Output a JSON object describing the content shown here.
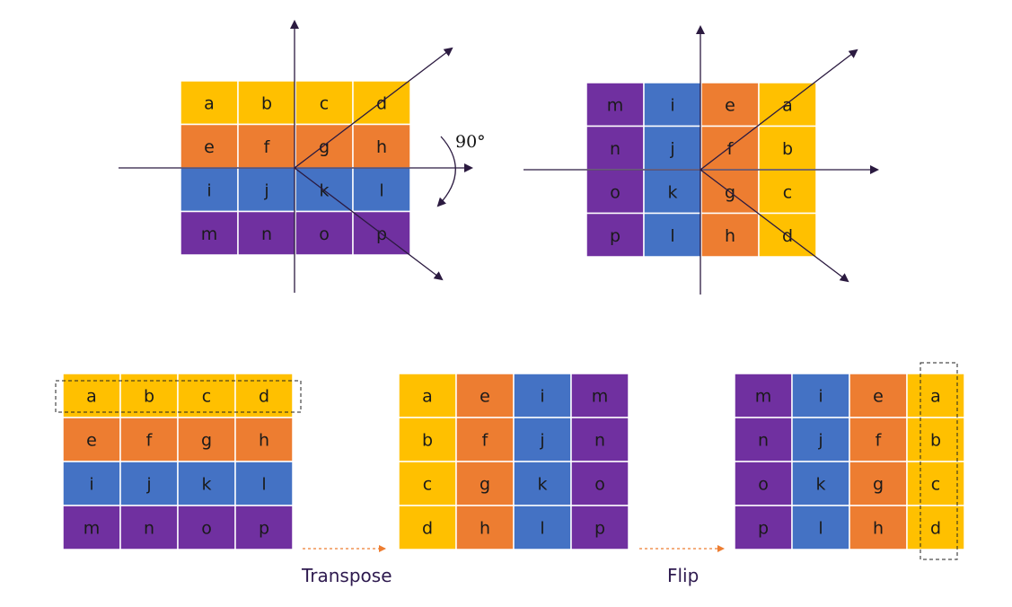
{
  "colors": {
    "row_a": "#FFC000",
    "row_e": "#ED7D31",
    "row_i": "#4472C4",
    "row_m": "#7030A0",
    "axis": "#2b1a40",
    "arrow_dashed": "#ED7D31",
    "caption": "#2e1a4f"
  },
  "rotation_angle_label": "90°",
  "grids": {
    "top_original": {
      "rows": [
        [
          "a",
          "b",
          "c",
          "d"
        ],
        [
          "e",
          "f",
          "g",
          "h"
        ],
        [
          "i",
          "j",
          "k",
          "l"
        ],
        [
          "m",
          "n",
          "o",
          "p"
        ]
      ],
      "colors": [
        [
          "row_a",
          "row_a",
          "row_a",
          "row_a"
        ],
        [
          "row_e",
          "row_e",
          "row_e",
          "row_e"
        ],
        [
          "row_i",
          "row_i",
          "row_i",
          "row_i"
        ],
        [
          "row_m",
          "row_m",
          "row_m",
          "row_m"
        ]
      ]
    },
    "top_rotated": {
      "rows": [
        [
          "m",
          "i",
          "e",
          "a"
        ],
        [
          "n",
          "j",
          "f",
          "b"
        ],
        [
          "o",
          "k",
          "g",
          "c"
        ],
        [
          "p",
          "l",
          "h",
          "d"
        ]
      ],
      "colors": [
        [
          "row_m",
          "row_i",
          "row_e",
          "row_a"
        ],
        [
          "row_m",
          "row_i",
          "row_e",
          "row_a"
        ],
        [
          "row_m",
          "row_i",
          "row_e",
          "row_a"
        ],
        [
          "row_m",
          "row_i",
          "row_e",
          "row_a"
        ]
      ]
    },
    "bottom_original": {
      "rows": [
        [
          "a",
          "b",
          "c",
          "d"
        ],
        [
          "e",
          "f",
          "g",
          "h"
        ],
        [
          "i",
          "j",
          "k",
          "l"
        ],
        [
          "m",
          "n",
          "o",
          "p"
        ]
      ],
      "colors": [
        [
          "row_a",
          "row_a",
          "row_a",
          "row_a"
        ],
        [
          "row_e",
          "row_e",
          "row_e",
          "row_e"
        ],
        [
          "row_i",
          "row_i",
          "row_i",
          "row_i"
        ],
        [
          "row_m",
          "row_m",
          "row_m",
          "row_m"
        ]
      ]
    },
    "bottom_transposed": {
      "rows": [
        [
          "a",
          "e",
          "i",
          "m"
        ],
        [
          "b",
          "f",
          "j",
          "n"
        ],
        [
          "c",
          "g",
          "k",
          "o"
        ],
        [
          "d",
          "h",
          "l",
          "p"
        ]
      ],
      "colors": [
        [
          "row_a",
          "row_e",
          "row_i",
          "row_m"
        ],
        [
          "row_a",
          "row_e",
          "row_i",
          "row_m"
        ],
        [
          "row_a",
          "row_e",
          "row_i",
          "row_m"
        ],
        [
          "row_a",
          "row_e",
          "row_i",
          "row_m"
        ]
      ]
    },
    "bottom_flipped": {
      "rows": [
        [
          "m",
          "i",
          "e",
          "a"
        ],
        [
          "n",
          "j",
          "f",
          "b"
        ],
        [
          "o",
          "k",
          "g",
          "c"
        ],
        [
          "p",
          "l",
          "h",
          "d"
        ]
      ],
      "colors": [
        [
          "row_m",
          "row_i",
          "row_e",
          "row_a"
        ],
        [
          "row_m",
          "row_i",
          "row_e",
          "row_a"
        ],
        [
          "row_m",
          "row_i",
          "row_e",
          "row_a"
        ],
        [
          "row_m",
          "row_i",
          "row_e",
          "row_a"
        ]
      ]
    }
  },
  "steps": {
    "transpose": "Transpose",
    "flip": "Flip"
  }
}
